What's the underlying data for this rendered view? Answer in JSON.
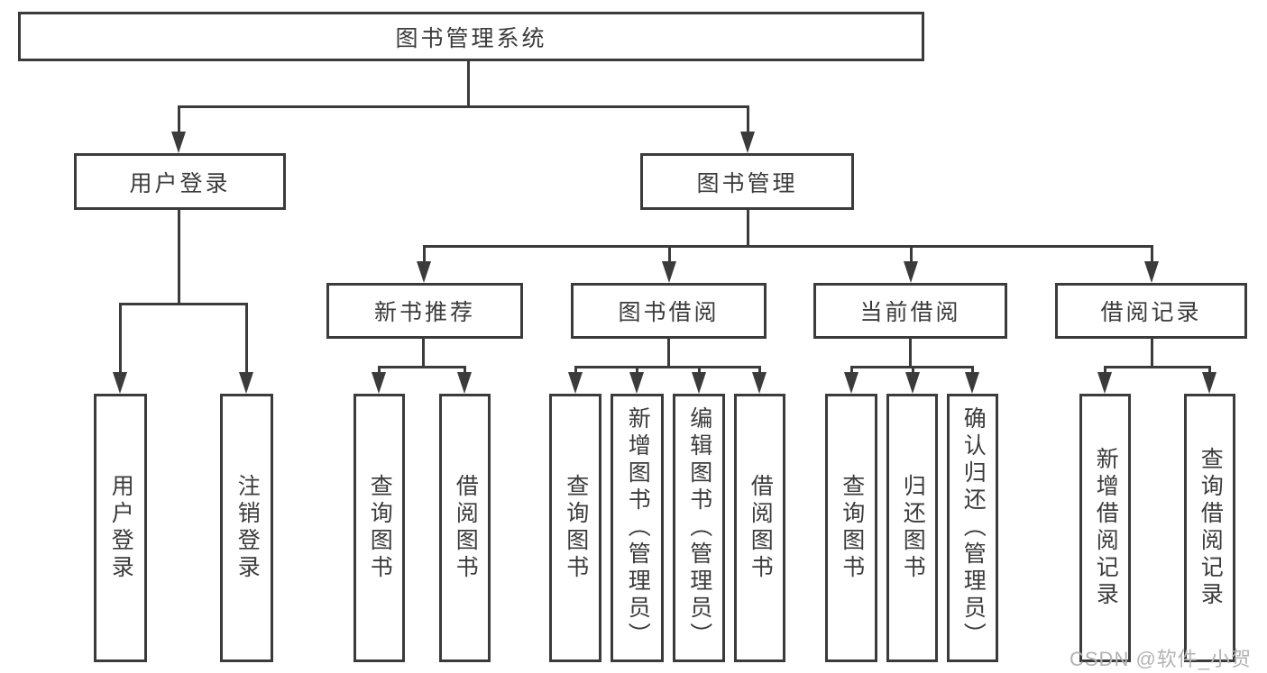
{
  "colors": {
    "line": "#3b3b3b",
    "text": "#3b3b3b",
    "node_background": "#ffffff",
    "background": "#ffffff",
    "watermark": "#b3b3b3"
  },
  "watermark": "CSDN @软件_小贺同学",
  "tree": {
    "root": "图书管理系统",
    "branches": [
      {
        "label": "用户登录",
        "children": [
          "用户登录",
          "注销登录"
        ]
      },
      {
        "label": "图书管理",
        "groups": [
          {
            "label": "新书推荐",
            "children": [
              "查询图书",
              "借阅图书"
            ]
          },
          {
            "label": "图书借阅",
            "children": [
              "查询图书",
              "新增图书（管理员）",
              "编辑图书（管理员）",
              "借阅图书"
            ]
          },
          {
            "label": "当前借阅",
            "children": [
              "查询图书",
              "归还图书",
              "确认归还（管理员）"
            ]
          },
          {
            "label": "借阅记录",
            "children": [
              "新增借阅记录",
              "查询借阅记录"
            ]
          }
        ]
      }
    ]
  }
}
